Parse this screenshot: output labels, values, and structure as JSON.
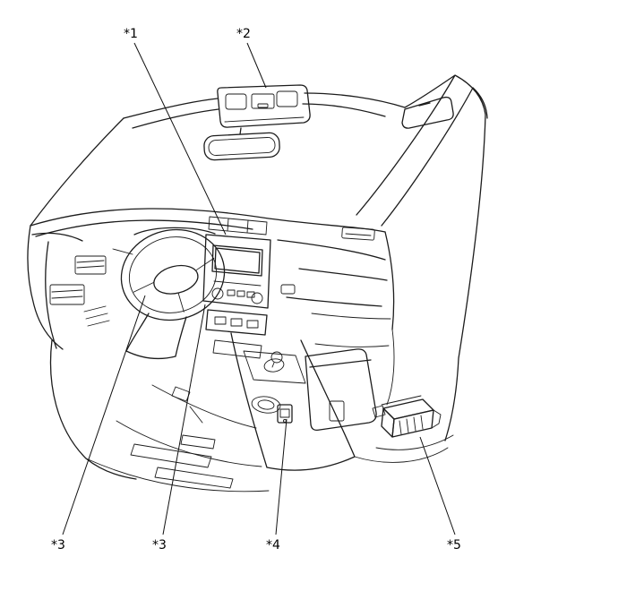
{
  "page": {
    "background": "#ffffff",
    "line_color": "#1c1c1c"
  },
  "diagram": {
    "callouts": [
      {
        "label": "*1"
      },
      {
        "label": "*2"
      },
      {
        "label": "*3"
      },
      {
        "label": "*3"
      },
      {
        "label": "*4"
      },
      {
        "label": "*5"
      }
    ]
  }
}
